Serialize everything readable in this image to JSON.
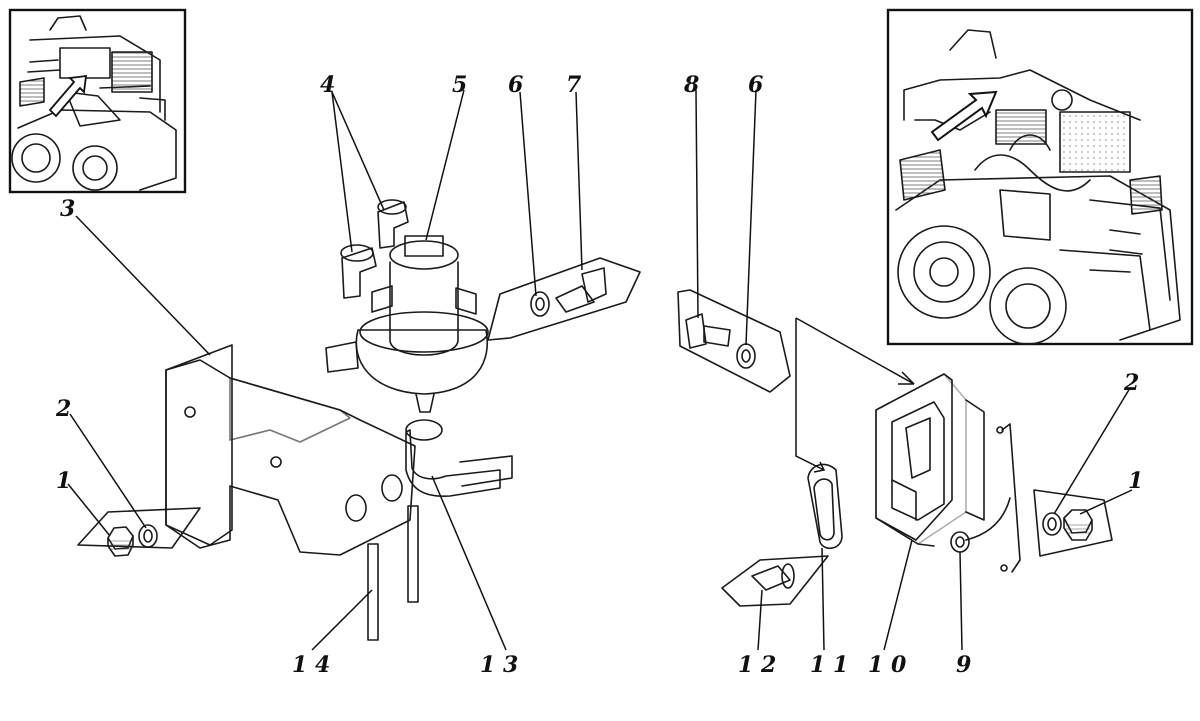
{
  "callouts": {
    "c1_left": "1",
    "c2_left": "2",
    "c3": "3",
    "c4": "4",
    "c5": "5",
    "c6_a": "6",
    "c7": "7",
    "c8": "8",
    "c6_b": "6",
    "c2_right": "2",
    "c1_right": "1",
    "c12": "1 2",
    "c11": "1 1",
    "c10": "1 0",
    "c9": "9",
    "c13": "1 3",
    "c14": "1 4"
  }
}
